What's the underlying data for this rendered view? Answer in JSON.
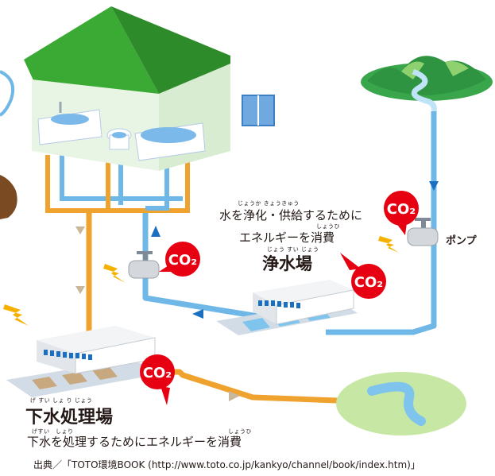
{
  "labels": {
    "purification_desc_line1": "水を浄化・供給するために",
    "purification_desc_line1_ruby": "じょうか きょうきゅう",
    "purification_desc_line2": "エネルギーを消費",
    "purification_desc_line2_ruby": "しょうひ",
    "water_plant": "浄水場",
    "water_plant_ruby": "じょう すい じょう",
    "pump": "ポンプ",
    "sewage_plant": "下水処理場",
    "sewage_plant_ruby": "げ すい しょ り じょう",
    "sewage_desc": "下水を処理するためにエネルギーを消費",
    "sewage_desc_ruby_1": "げすい　しょり",
    "sewage_desc_ruby_2": "しょうひ",
    "co2": "CO₂",
    "source": "出典／「TOTO環境BOOK (http://www.toto.co.jp/kankyo/channel/book/index.htm)」"
  },
  "colors": {
    "roof": "#3aaa35",
    "clean_water_pipe": "#6fb7e6",
    "sewage_pipe": "#f0a22e",
    "co2_bubble": "#e60012",
    "flow_arrow_clean": "#1a6fc0",
    "flow_arrow_sewage": "#c9b79c",
    "energy_bolt": "#f6b100",
    "water_blue": "#7ec4ec",
    "land_green": "#3aa64c"
  },
  "icons": [
    "house-icon",
    "pump-icon",
    "water-plant-icon",
    "sewage-plant-icon",
    "mountain-icon",
    "river-icon",
    "energy-bolt-icon",
    "co2-bubble-icon"
  ]
}
